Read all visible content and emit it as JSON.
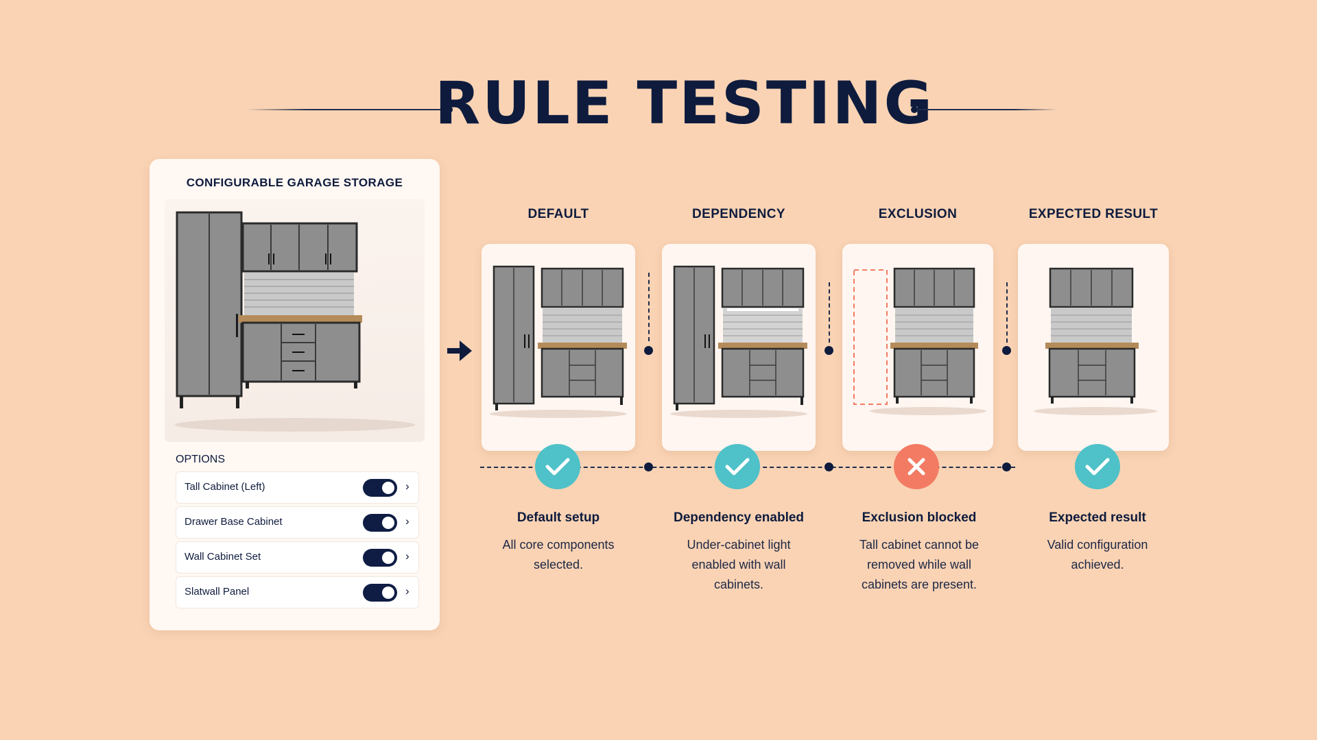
{
  "title": "RULE TESTING",
  "panel": {
    "title": "CONFIGURABLE GARAGE STORAGE",
    "options_label": "OPTIONS",
    "options": [
      {
        "label": "Tall Cabinet (Left)",
        "enabled": true
      },
      {
        "label": "Drawer Base Cabinet",
        "enabled": true
      },
      {
        "label": "Wall Cabinet Set",
        "enabled": true
      },
      {
        "label": "Slatwall Panel",
        "enabled": true
      }
    ]
  },
  "steps": [
    {
      "header": "DEFAULT",
      "status": "pass",
      "title": "Default setup",
      "desc": [
        "All core components",
        "selected."
      ]
    },
    {
      "header": "DEPENDENCY",
      "status": "pass",
      "title": "Dependency enabled",
      "desc": [
        "Under-cabinet light",
        "enabled with wall",
        "cabinets."
      ]
    },
    {
      "header": "EXCLUSION",
      "status": "fail",
      "title": "Exclusion blocked",
      "desc": [
        "Tall cabinet cannot be",
        "removed while wall",
        "cabinets are present."
      ]
    },
    {
      "header": "EXPECTED RESULT",
      "status": "pass",
      "title": "Expected result",
      "desc": [
        "Valid configuration",
        "achieved."
      ]
    }
  ],
  "colors": {
    "background": "#f9d3b4",
    "navy": "#0e1b3d",
    "pass": "#4fc1c8",
    "fail": "#f37b63"
  },
  "icons": {
    "pass": "check-icon",
    "fail": "x-icon",
    "flow": "arrow-right-icon"
  }
}
